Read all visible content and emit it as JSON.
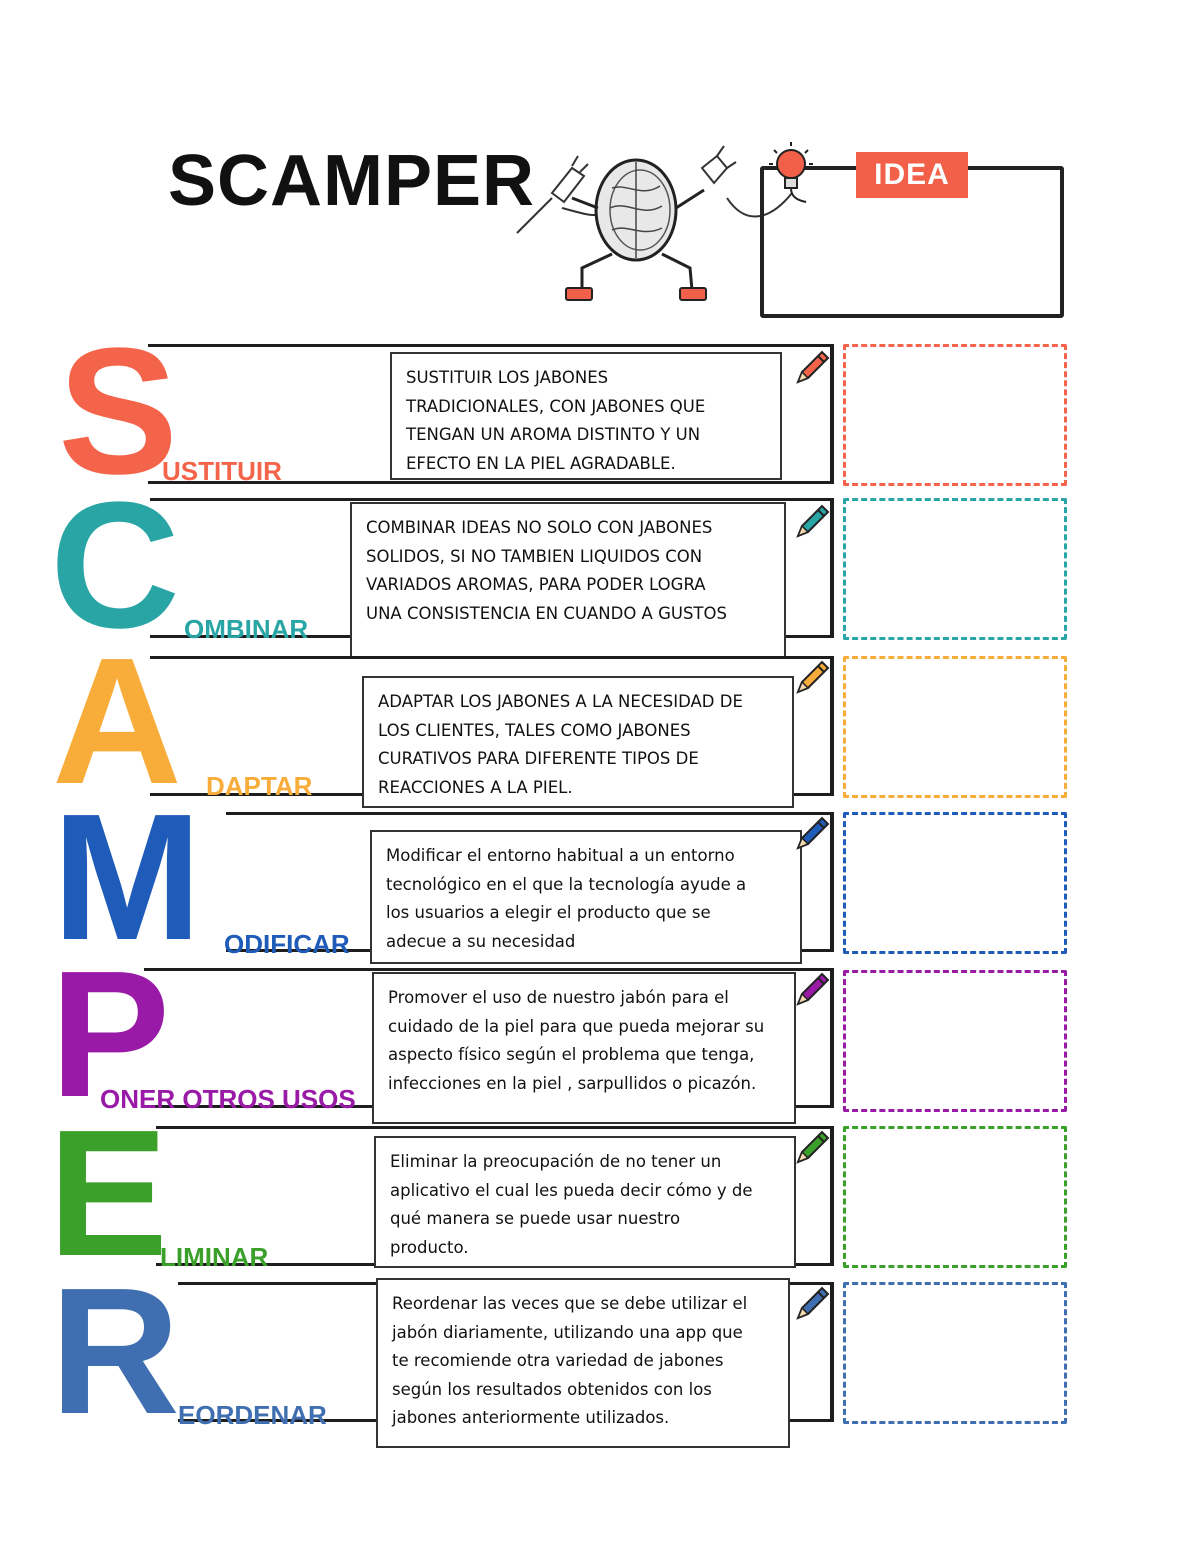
{
  "header": {
    "title": "SCAMPER",
    "idea_label": "IDEA"
  },
  "colors": {
    "s": "#f4644a",
    "c": "#2aa5a5",
    "a": "#f8ad3a",
    "m": "#1f5bb8",
    "p": "#9a1aa8",
    "e": "#3aa029",
    "r": "#3f6fb0"
  },
  "rows": [
    {
      "letter": "S",
      "word": "USTITUIR",
      "text": "SUSTITUIR LOS JABONES\nTRADICIONALES, CON JABONES QUE\nTENGAN UN AROMA DISTINTO Y UN\nEFECTO EN LA PIEL AGRADABLE."
    },
    {
      "letter": "C",
      "word": "OMBINAR",
      "text": "COMBINAR IDEAS NO SOLO CON JABONES\nSOLIDOS, SI NO TAMBIEN LIQUIDOS CON\nVARIADOS AROMAS, PARA PODER LOGRA\nUNA CONSISTENCIA EN CUANDO A GUSTOS"
    },
    {
      "letter": "A",
      "word": "DAPTAR",
      "text": "ADAPTAR LOS JABONES A LA NECESIDAD DE\nLOS CLIENTES, TALES COMO JABONES\nCURATIVOS PARA DIFERENTE TIPOS DE\nREACCIONES A LA PIEL."
    },
    {
      "letter": "M",
      "word": "ODIFICAR",
      "text": "Modificar el entorno habitual a un entorno\ntecnológico en el que la tecnología ayude a\nlos usuarios a elegir el producto que se\nadecue a su necesidad"
    },
    {
      "letter": "P",
      "word": "ONER OTROS USOS",
      "text": "Promover el uso de nuestro jabón para el\ncuidado de la piel para que pueda mejorar su\naspecto físico según el problema que tenga,\ninfecciones en la piel , sarpullidos  o picazón."
    },
    {
      "letter": "E",
      "word": "LIMINAR",
      "text": "Eliminar la preocupación de no tener un\naplicativo el cual les pueda decir cómo y de\nqué manera se puede usar nuestro\nproducto."
    },
    {
      "letter": "R",
      "word": "EORDENAR",
      "text": "Reordenar las veces que se debe utilizar el\njabón diariamente, utilizando una app que\nte recomiende otra variedad de jabones\nsegún los resultados obtenidos con los\njabones anteriormente utilizados."
    }
  ]
}
